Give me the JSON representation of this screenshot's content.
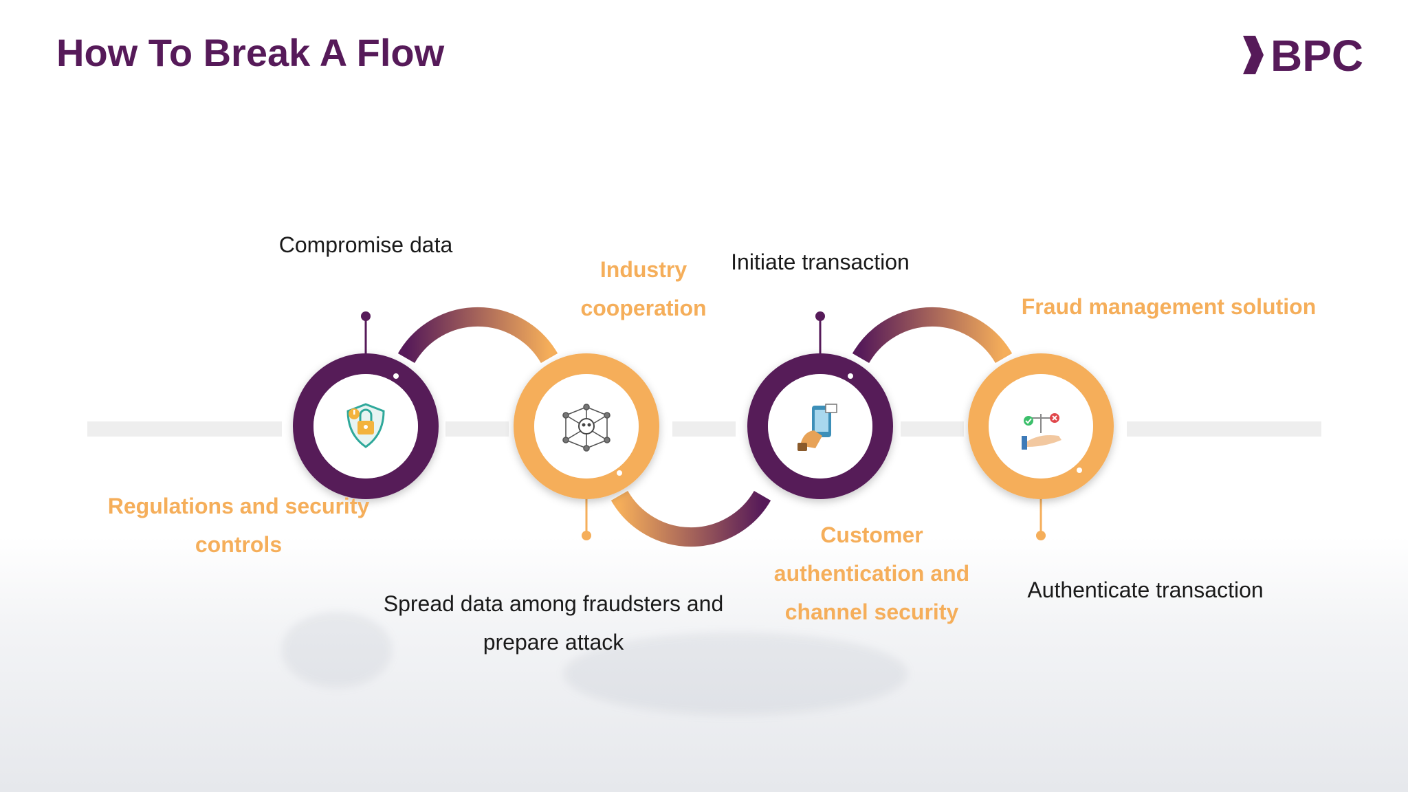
{
  "page": {
    "title": "How To Break A Flow",
    "logo_text": "BPC"
  },
  "colors": {
    "brand_purple": "#561a59",
    "accent_orange": "#f5ae5a",
    "track_gray": "#eeeeee"
  },
  "steps": [
    {
      "label": "Compromise data",
      "icon": "shield-lock-icon",
      "ring": "purple"
    },
    {
      "label": "Spread data among fraudsters and prepare attack",
      "icon": "network-skull-icon",
      "ring": "orange"
    },
    {
      "label": "Initiate transaction",
      "icon": "mobile-payment-icon",
      "ring": "purple"
    },
    {
      "label": "Authenticate transaction",
      "icon": "scales-hand-icon",
      "ring": "orange"
    }
  ],
  "countermeasures": [
    {
      "label": "Regulations and security controls"
    },
    {
      "label": "Industry cooperation"
    },
    {
      "label": "Customer authentication and channel security"
    },
    {
      "label": "Fraud management solution"
    }
  ]
}
